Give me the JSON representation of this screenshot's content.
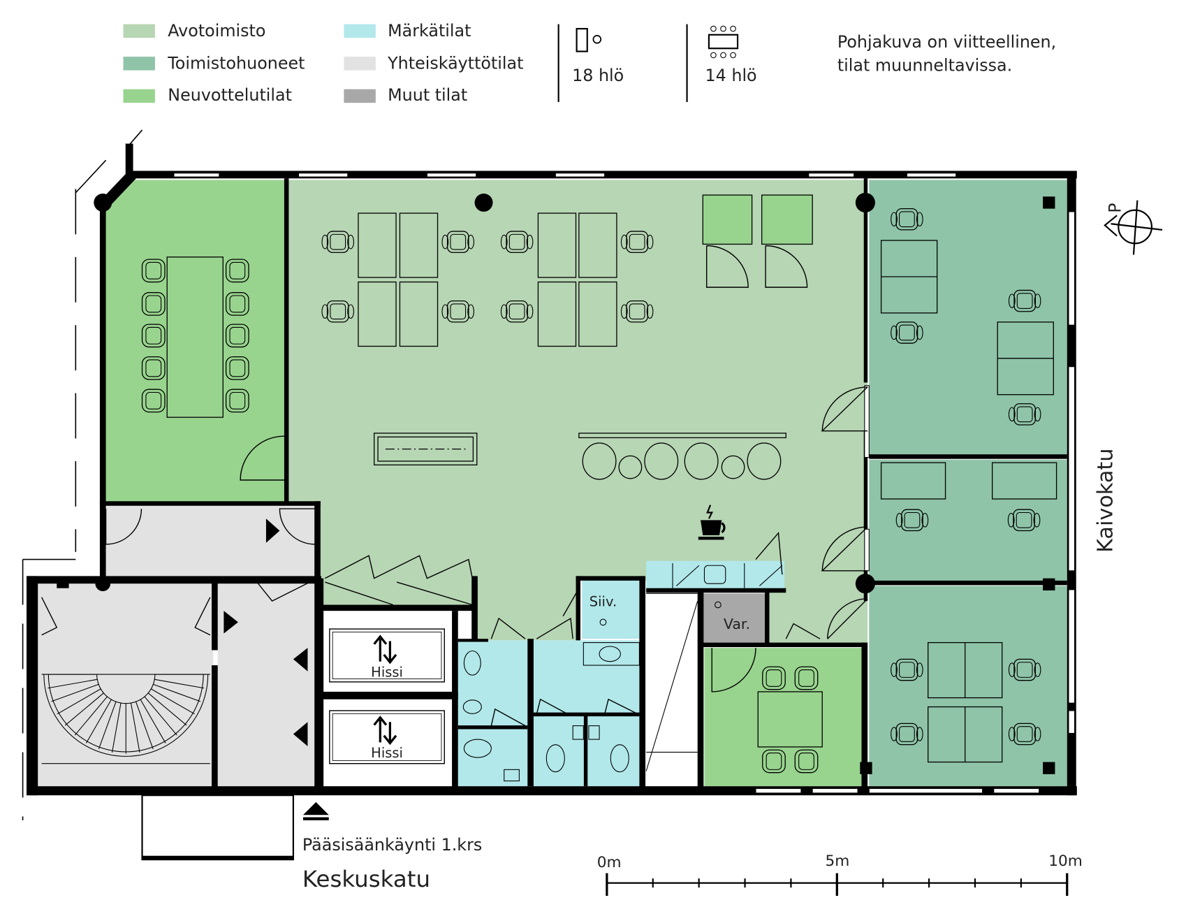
{
  "legend": {
    "items": [
      {
        "label": "Avotoimisto",
        "color": "#b7d6b4"
      },
      {
        "label": "Toimistohuoneet",
        "color": "#8fc4a8"
      },
      {
        "label": "Neuvottelutilat",
        "color": "#98d48e"
      },
      {
        "label": "Märkätilat",
        "color": "#b2e8ea"
      },
      {
        "label": "Yhteiskäyttötilat",
        "color": "#e2e2e2"
      },
      {
        "label": "Muut tilat",
        "color": "#a8a8a8"
      }
    ],
    "capacity_workstations": "18 hlö",
    "capacity_meeting": "14 hlö",
    "note_line1": "Pohjakuva on viitteellinen,",
    "note_line2": "tilat muunneltavissa."
  },
  "compass": {
    "label": "P"
  },
  "plan": {
    "elevator1": "Hissi",
    "elevator2": "Hissi",
    "cleaning": "Siiv.",
    "storage": "Var.",
    "street_east": "Kaivokatu",
    "entrance": "Pääsisäänkäynti 1.krs",
    "street_south": "Keskuskatu"
  },
  "scale": {
    "ticks": [
      "0m",
      "5m",
      "10m"
    ]
  }
}
